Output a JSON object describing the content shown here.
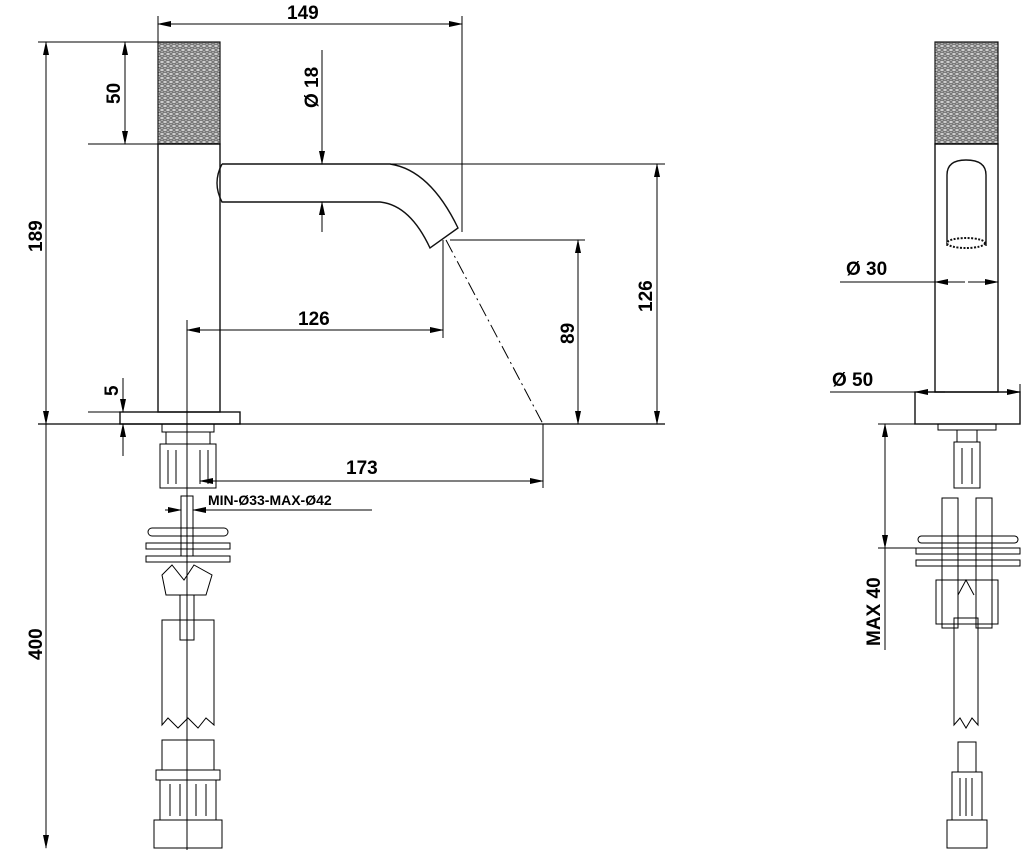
{
  "title": "Basin mixer technical drawing",
  "side_view": {
    "dims": {
      "width_149": "149",
      "handle_50": "50",
      "height_189": "189",
      "spout_dia": "Ø 18",
      "spout_height_126": "126",
      "outlet_89": "89",
      "reach_126": "126",
      "base_5": "5",
      "flow_173": "173",
      "hole": "MIN-Ø33-MAX-Ø42",
      "hose_400": "400"
    }
  },
  "front_view": {
    "dims": {
      "body_dia": "Ø  30",
      "base_dia": "Ø  50",
      "max_40": "MAX 40"
    }
  }
}
